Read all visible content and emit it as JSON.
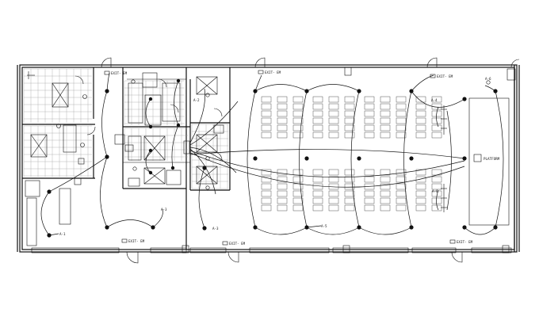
{
  "labels": {
    "exit": "EXIT- EM",
    "platform": "PLATFORM",
    "circuit_a1": "A-1",
    "circuit_a2": "A-2",
    "circuit_a3": "A-3",
    "circuit_a4": "A-4",
    "circuit_a5": "A-5",
    "circuit_a6": "A-6"
  },
  "colors": {
    "line": "#111111",
    "tile": "#9a9a9a",
    "background": "#ffffff"
  }
}
